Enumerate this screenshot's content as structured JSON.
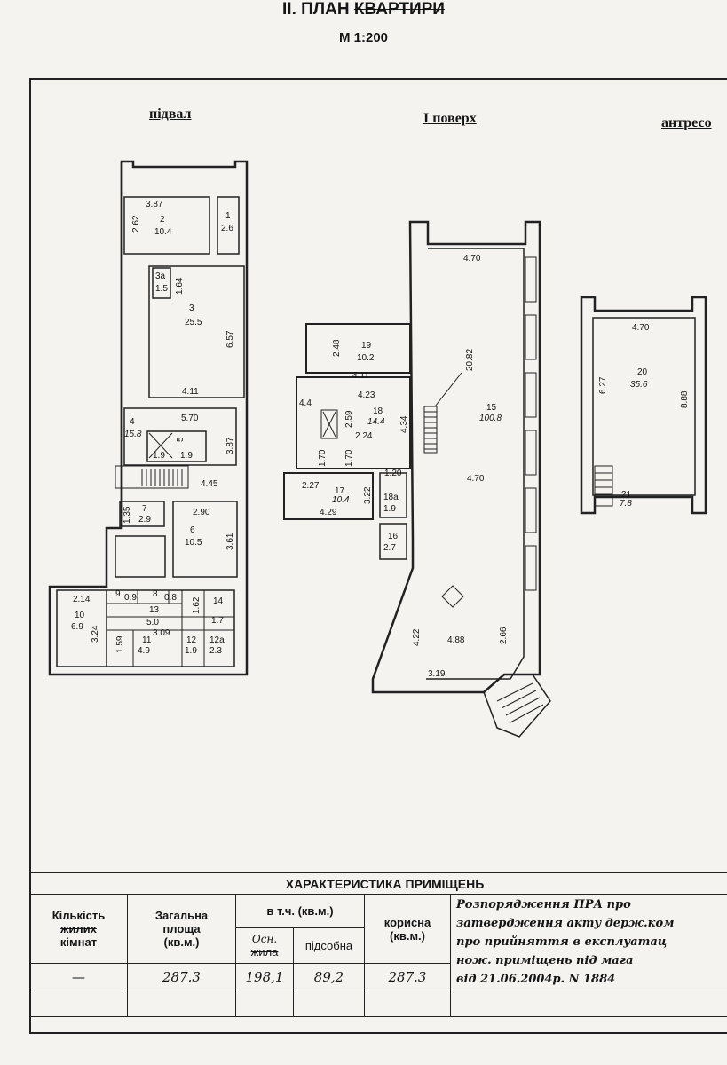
{
  "header": {
    "title_prefix": "II. ПЛАН ",
    "title_struck": "КВАРТИРИ",
    "scale": "М 1:200"
  },
  "sections": {
    "basement": "підвал",
    "first_floor": "І поверх",
    "mezzanine": "антресо"
  },
  "basement_labels": {
    "r2_w": "3.87",
    "r2_h": "2.62",
    "r2_num": "2",
    "r2_area": "10.4",
    "r1_num": "1",
    "r1_area": "2.6",
    "r3a_num": "3а",
    "r3a_area": "1.5",
    "r3_w": "1.64",
    "r3_num": "3",
    "r3_area": "25.5",
    "r3_h": "6.57",
    "r3_bottom": "4.11",
    "r4_num": "4",
    "r4_area": "15.8",
    "r4_w": "5.70",
    "r4_h": "3.87",
    "r5_num": "5",
    "r5_area": "1.9",
    "r5_x": "1.9",
    "stair_w": "4.45",
    "r7_num": "7",
    "r7_area": "2.9",
    "r7_h": "1.35",
    "r6_num": "6",
    "r6_area": "10.5",
    "r6_w": "2.90",
    "r6_h": "3.61",
    "r10_w": "2.14",
    "r10_num": "10",
    "r10_area": "6.9",
    "r10_h": "3.24",
    "r9_num": "9",
    "r9_area": "0.9",
    "r8_num": "8",
    "r8_area": "0.8",
    "r13_num": "13",
    "r13_area": "5.0",
    "r14_h": "1.62",
    "r14_num": "14",
    "r14_area": "1.7",
    "r11_h": "1.59",
    "r11_num": "11",
    "r11_area": "4.9",
    "r11_w": "3.09",
    "r12_num": "12",
    "r12_area": "1.9",
    "r12a_num": "12а",
    "r12a_area": "2.3"
  },
  "floor1_labels": {
    "r15_top": "4.70",
    "r15_h": "20.82",
    "r15_num": "15",
    "r15_area": "100.8",
    "r15_mid": "4.70",
    "r15_h2": "4.34",
    "r15_lw": "4.22",
    "r15_w2": "4.88",
    "r15_rw": "2.66",
    "r15_bottom": "3.19",
    "r19_h": "2.48",
    "r19_num": "19",
    "r19_area": "10.2",
    "r19_w": "4.11",
    "r18_w": "4.23",
    "r18_h": "2.59",
    "r18_num": "18",
    "r18_area": "14.4",
    "r18_x": "2.24",
    "stair_num": "4.4",
    "r17_h1": "1.70",
    "r17_h2": "1.70",
    "r17_w": "2.27",
    "r17_num": "17",
    "r17_area": "10.4",
    "r17_h3": "3.22",
    "r17_bottom": "4.29",
    "r18a_w": "1.20",
    "r18a_num": "18а",
    "r18a_area": "1.9",
    "r16_num": "16",
    "r16_area": "2.7"
  },
  "mezzanine_labels": {
    "r20_w": "4.70",
    "r20_h": "6.27",
    "r20_num": "20",
    "r20_area": "35.6",
    "r20_h2": "8.88",
    "r21_num": "21",
    "r21_area": "7.8"
  },
  "table": {
    "title": "ХАРАКТЕРИСТИКА ПРИМІЩЕНЬ",
    "col_rooms_1": "Кількість",
    "col_rooms_2_struck": "жилих",
    "col_rooms_3": "кімнат",
    "col_total_1": "Загальна",
    "col_total_2": "площа",
    "col_total_3": "(кв.м.)",
    "col_incl": "в т.ч. (кв.м.)",
    "sub_main_1": "Осн.",
    "sub_main_2_struck": "жила",
    "sub_aux": "підсобна",
    "col_useful_1": "корисна",
    "col_useful_2": "(кв.м.)",
    "note_lines": [
      "Розпорядження ПРА про",
      "затвердження акту держ.ком",
      "про прийняття в експлуатац",
      "нож. приміщень під мага",
      "від 21.06.2004р. N 1884"
    ],
    "row": {
      "rooms": "—",
      "total": "287.3",
      "main": "198,1",
      "aux": "89,2",
      "useful": "287.3"
    }
  }
}
